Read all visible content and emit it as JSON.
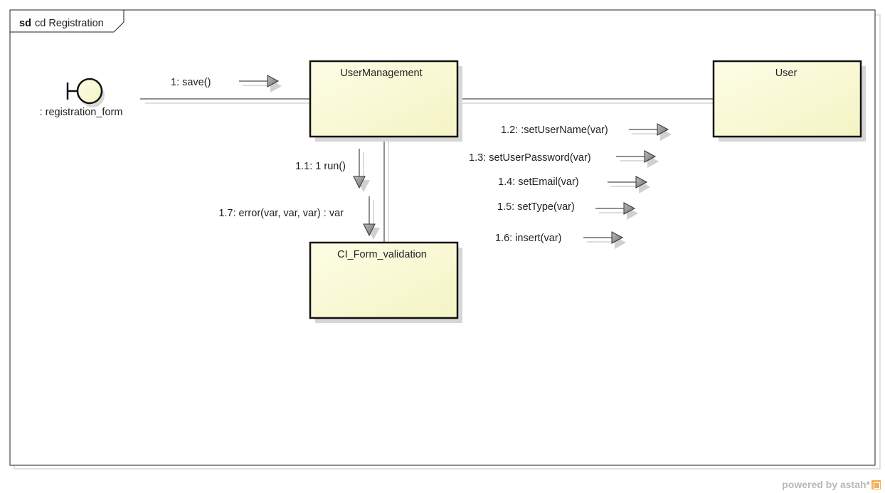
{
  "frame": {
    "keyword": "sd",
    "name": "cd Registration"
  },
  "actors": [
    {
      "id": "registration_form",
      "label": ": registration_form",
      "stereotype": "boundary"
    }
  ],
  "objects": [
    {
      "id": "usermanagement",
      "label": "UserManagement"
    },
    {
      "id": "user",
      "label": "User"
    },
    {
      "id": "ci_form_validation",
      "label": "CI_Form_validation"
    }
  ],
  "messages": [
    {
      "id": "m1",
      "label": "1: save()",
      "direction": "right"
    },
    {
      "id": "m11",
      "label": "1.1: 1 run()",
      "direction": "down"
    },
    {
      "id": "m12",
      "label": "1.2: :setUserName(var)",
      "direction": "right"
    },
    {
      "id": "m13",
      "label": "1.3: setUserPassword(var)",
      "direction": "right"
    },
    {
      "id": "m14",
      "label": "1.4: setEmail(var)",
      "direction": "right"
    },
    {
      "id": "m15",
      "label": "1.5: setType(var)",
      "direction": "right"
    },
    {
      "id": "m16",
      "label": "1.6: insert(var)",
      "direction": "right"
    },
    {
      "id": "m17",
      "label": "1.7: error(var, var, var) : var",
      "direction": "down"
    }
  ],
  "footer": {
    "powered_by": "powered by astah*"
  },
  "colors": {
    "object_fill_start": "#fcfce0",
    "object_fill_end": "#f6f6c8",
    "arrow_fill": "#888888",
    "shadow": "#d4d4d4"
  }
}
